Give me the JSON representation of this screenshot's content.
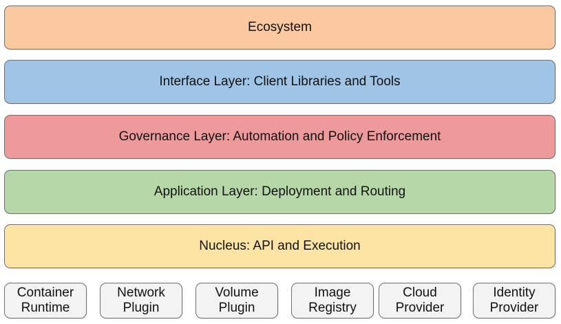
{
  "layers": [
    {
      "id": "ecosystem",
      "label": "Ecosystem",
      "color": "#fac9a0"
    },
    {
      "id": "interface",
      "label": "Interface Layer: Client Libraries and Tools",
      "color": "#9fc4e6"
    },
    {
      "id": "governance",
      "label": "Governance Layer: Automation and Policy Enforcement",
      "color": "#ee9a9b"
    },
    {
      "id": "application",
      "label": "Application Layer: Deployment and Routing",
      "color": "#b6d8a9"
    },
    {
      "id": "nucleus",
      "label": "Nucleus: API and Execution",
      "color": "#fde4a4"
    }
  ],
  "plugins": [
    {
      "id": "container-runtime",
      "line1": "Container",
      "line2": "Runtime"
    },
    {
      "id": "network-plugin",
      "line1": "Network",
      "line2": "Plugin"
    },
    {
      "id": "volume-plugin",
      "line1": "Volume",
      "line2": "Plugin"
    },
    {
      "id": "image-registry",
      "line1": "Image",
      "line2": "Registry"
    },
    {
      "id": "cloud-provider",
      "line1": "Cloud",
      "line2": "Provider"
    },
    {
      "id": "identity-provider",
      "line1": "Identity",
      "line2": "Provider"
    }
  ],
  "colors": {
    "plugin_fill": "#f3f3f3",
    "border": "#6e6e6e"
  }
}
